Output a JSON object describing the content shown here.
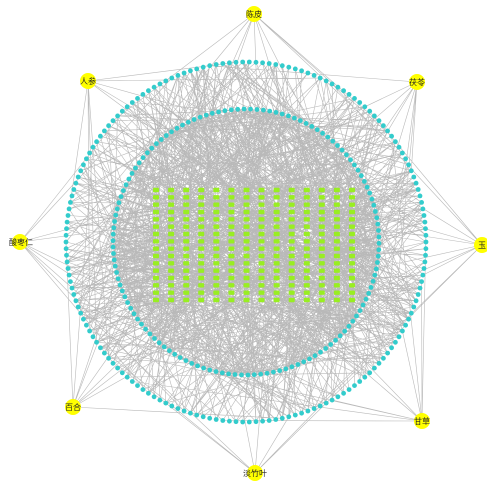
{
  "diagram": {
    "herbs": [
      {
        "label": "陈皮"
      },
      {
        "label": "茯苓"
      },
      {
        "label": "玉"
      },
      {
        "label": "甘草"
      },
      {
        "label": "淡竹叶"
      },
      {
        "label": "百合"
      },
      {
        "label": "酸枣仁"
      },
      {
        "label": "人参"
      }
    ],
    "colors": {
      "herb_node": "#ffff00",
      "ingredient_node": "#33cccc",
      "target_node": "#99ee22",
      "edge": "#808080",
      "background": "#ffffff"
    }
  }
}
